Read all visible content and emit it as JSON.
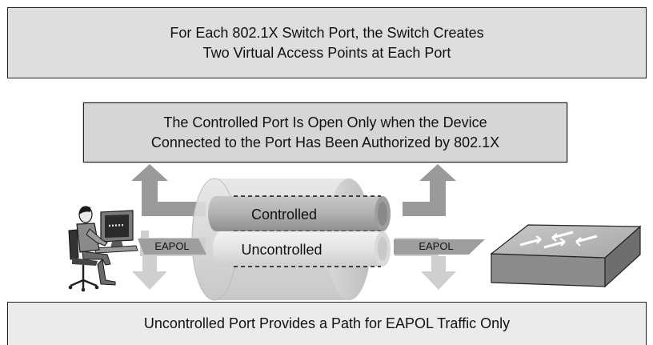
{
  "top_box": {
    "line1": "For Each 802.1X Switch Port, the Switch Creates",
    "line2": "Two Virtual Access Points at Each Port"
  },
  "middle_box": {
    "line1": "The Controlled Port Is Open Only when the Device",
    "line2": "Connected to the Port Has Been Authorized by 802.1X"
  },
  "bottom_box": {
    "line1": "Uncontrolled Port Provides a Path for EAPOL Traffic Only"
  },
  "ports": {
    "controlled_label": "Controlled",
    "uncontrolled_label": "Uncontrolled"
  },
  "eapol": {
    "left_label": "EAPOL",
    "right_label": "EAPOL"
  },
  "icons": {
    "user": "user-at-computer-icon",
    "switch": "network-switch-icon"
  },
  "colors": {
    "box_top": "#dedede",
    "box_middle": "#d6d6d6",
    "box_bottom": "#ebebeb",
    "arrow_controlled": "#9a9a9a",
    "arrow_uncontrolled": "#cfcfcf",
    "pipe_controlled": "#a9a9a9",
    "pipe_uncontrolled": "#e0e0e0"
  }
}
